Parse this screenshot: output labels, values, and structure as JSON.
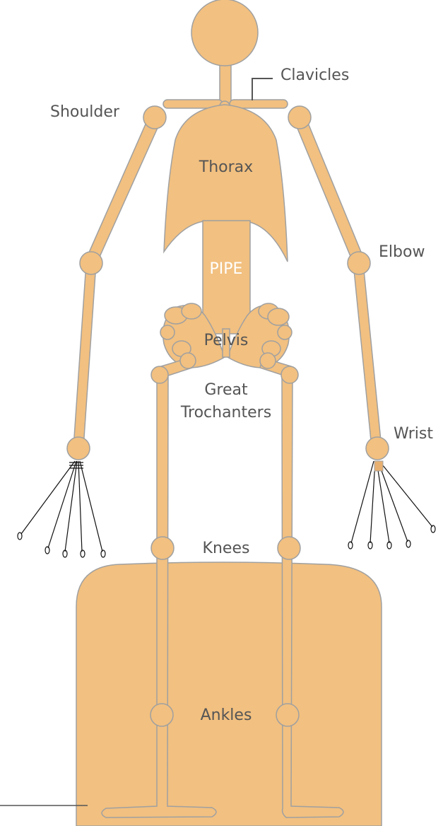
{
  "labels": {
    "clavicles": "Clavicles",
    "shoulder": "Shoulder",
    "thorax": "Thorax",
    "elbow": "Elbow",
    "pipe": "PIPE",
    "pelvis": "Pelvis",
    "great_trochanters_line1": "Great",
    "great_trochanters_line2": "Trochanters",
    "wrist": "Wrist",
    "knees": "Knees",
    "ankles": "Ankles"
  },
  "colors": {
    "bone_fill": "#f2c080",
    "outline": "#a0a0a0",
    "label_text": "#555555",
    "pipe_text": "#ffffff",
    "wire": "#111111"
  }
}
